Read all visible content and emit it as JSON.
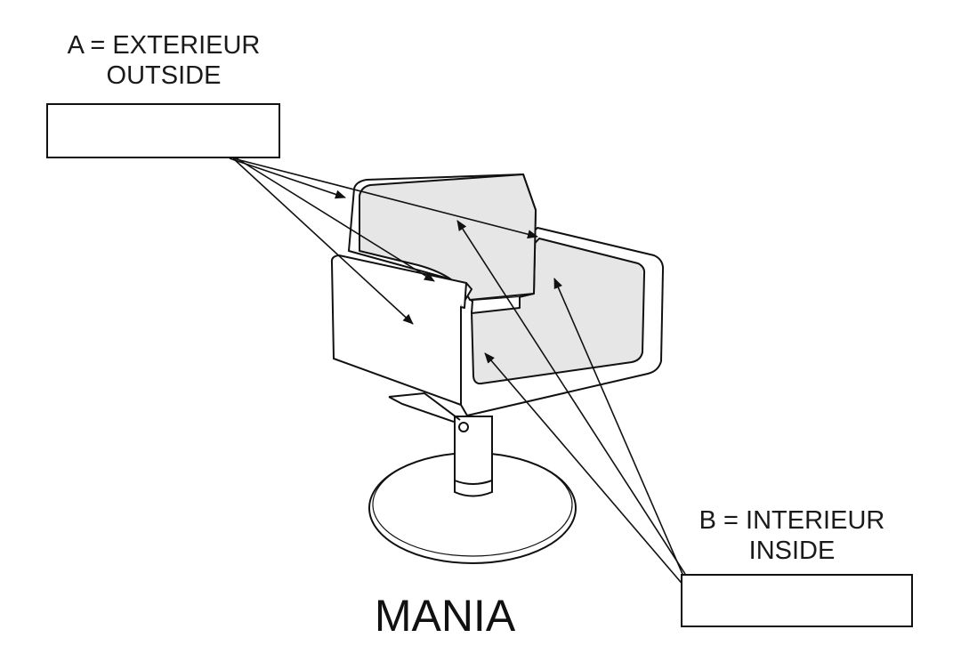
{
  "labels": {
    "a_line1": "A = EXTERIEUR",
    "a_line2": "OUTSIDE",
    "b_line1": "B = INTERIEUR",
    "b_line2": "INSIDE"
  },
  "model_name": "MANIA",
  "colors": {
    "stroke": "#111111",
    "interior_fill": "#e6e6e6",
    "background": "#ffffff"
  }
}
